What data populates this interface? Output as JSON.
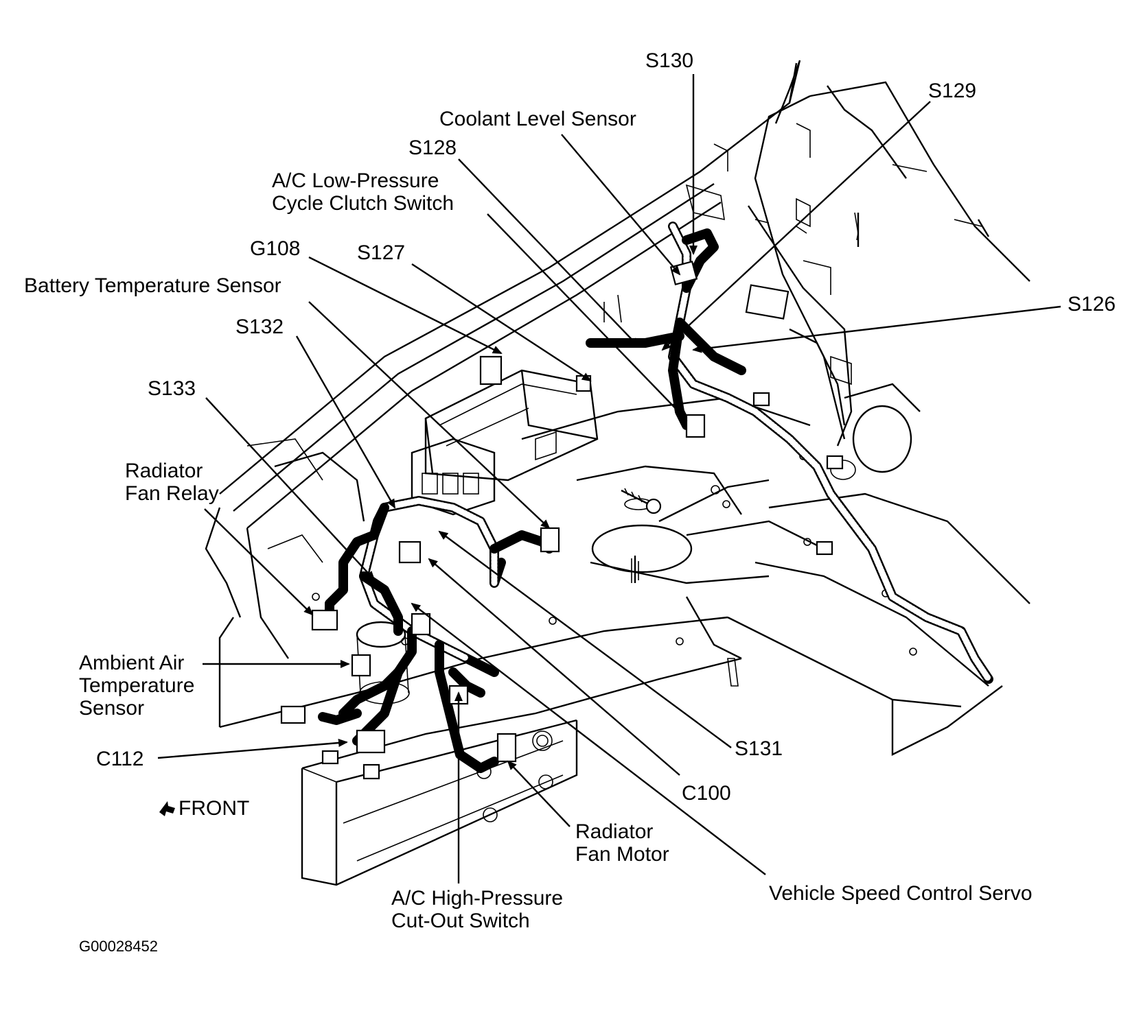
{
  "labels": {
    "s130": "S130",
    "s129": "S129",
    "coolant_level_sensor": "Coolant Level Sensor",
    "s128": "S128",
    "ac_low_pressure_1": "A/C Low-Pressure",
    "ac_low_pressure_2": "Cycle Clutch Switch",
    "g108": "G108",
    "s127": "S127",
    "battery_temp_sensor": "Battery Temperature Sensor",
    "s126": "S126",
    "s132": "S132",
    "s133": "S133",
    "radiator_fan_relay_1": "Radiator",
    "radiator_fan_relay_2": "Fan Relay",
    "ambient_air_1": "Ambient Air",
    "ambient_air_2": "Temperature",
    "ambient_air_3": "Sensor",
    "c112": "C112",
    "front": "FRONT",
    "s131": "S131",
    "c100": "C100",
    "radiator_fan_motor_1": "Radiator",
    "radiator_fan_motor_2": "Fan Motor",
    "vehicle_speed_servo": "Vehicle Speed Control Servo",
    "ac_high_pressure_1": "A/C High-Pressure",
    "ac_high_pressure_2": "Cut-Out Switch"
  },
  "figure_code": "G00028452",
  "icons": {
    "front_arrow": "front-arrow-icon"
  }
}
